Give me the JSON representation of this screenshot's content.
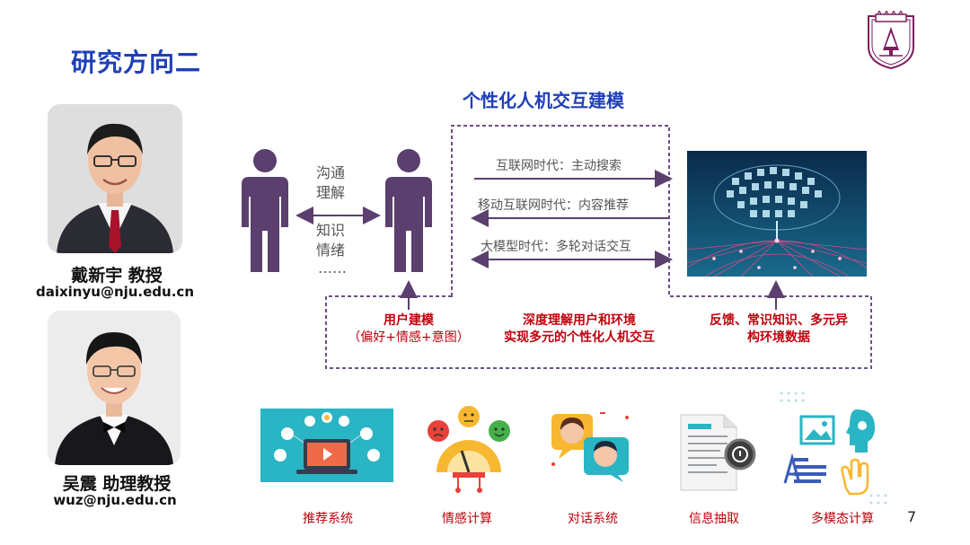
{
  "slide": {
    "title": "研究方向二",
    "page_number": "7"
  },
  "people": [
    {
      "name": "戴新宇 教授",
      "email": "daixinyu@nju.edu.cn"
    },
    {
      "name": "吴震 助理教授",
      "email": "wuz@nju.edu.cn"
    }
  ],
  "diagram": {
    "title": "个性化人机交互建模",
    "interaction_terms": [
      "沟通",
      "理解",
      "知识",
      "情绪",
      "……"
    ],
    "arrows": [
      "互联网时代：主动搜索",
      "移动互联网时代：内容推荐",
      "大模型时代：多轮对话交互"
    ],
    "user_modeling": {
      "title": "用户建模",
      "subtitle": "（偏好+情感+意图）"
    },
    "center_text": [
      "深度理解用户和环境",
      "实现多元的个性化人机交互"
    ],
    "env_text": [
      "反馈、常识知识、多元异",
      "构环境数据"
    ]
  },
  "applications": [
    "推荐系统",
    "情感计算",
    "对话系统",
    "信息抽取",
    "多模态计算"
  ],
  "colors": {
    "title_blue": "#1f3fb8",
    "accent_red": "#c0000c",
    "person_purple": "#5b3f6e",
    "dashed_purple": "#6d4f87"
  }
}
